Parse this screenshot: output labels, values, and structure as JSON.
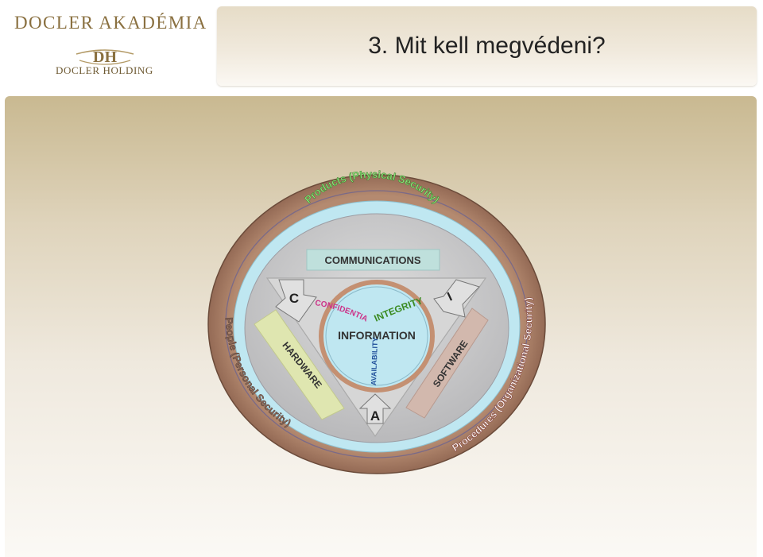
{
  "logo": {
    "academy_name": "DOCLER AKADÉMIA",
    "monogram": "DH",
    "holding_name": "DOCLER HOLDING"
  },
  "header": {
    "title": "3. Mit kell megvédeni?"
  },
  "diagram": {
    "outer_ring_top_label": "Products (Physical Security)",
    "outer_ring_left_label": "People (Personal Security)",
    "outer_ring_right_label": "Procedures (Organizational Security)",
    "communications_label": "COMMUNICATIONS",
    "hardware_label": "HARDWARE",
    "software_label": "SOFTWARE",
    "information_label": "INFORMATION",
    "confidentiality_label": "CONFIDENTIALITY",
    "integrity_label": "INTEGRITY",
    "availability_label": "AVAILABILITY",
    "corner_c": "C",
    "corner_i": "I",
    "corner_a": "A"
  },
  "colors": {
    "brand_gold": "#8a7040",
    "outer_ring": "#b88c72",
    "light_blue_ring": "#bfe7f1",
    "hardware_band": "#dfe6b0",
    "software_band": "#d2b8ad",
    "communications_band": "#bfe0dc",
    "green_text": "#3a8a20",
    "confidentiality_pink": "#cc3388"
  }
}
